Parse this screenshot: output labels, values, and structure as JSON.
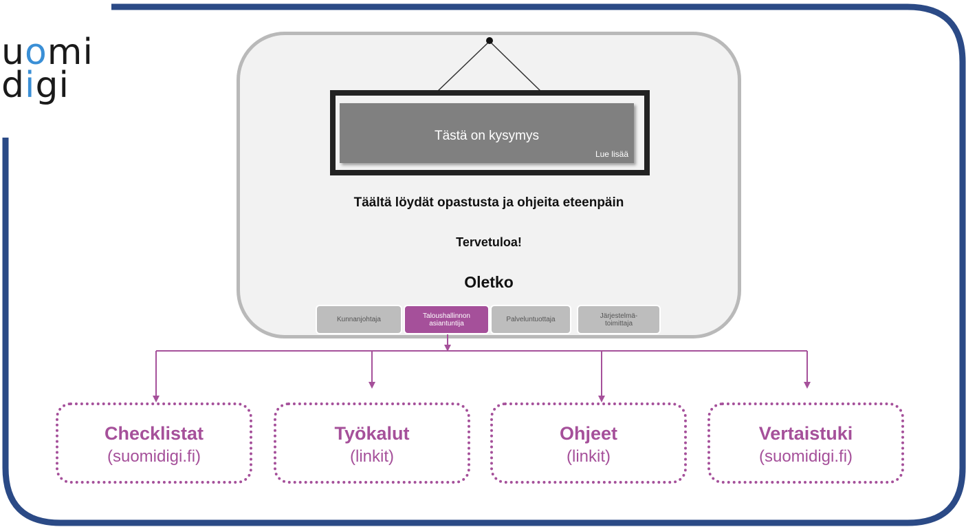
{
  "logo": {
    "line1_pre": "u",
    "line1_accent": "o",
    "line1_post": "mi",
    "line2_pre": "d",
    "line2_accent": "i",
    "line2_post": "gi"
  },
  "sign": {
    "title": "Tästä on kysymys",
    "read_more": "Lue lisää"
  },
  "subtitle": "Täältä löydät opastusta ja ohjeita eteenpäin",
  "welcome": "Tervetuloa!",
  "question": "Oletko",
  "roles": [
    {
      "label": "Kunnanjohtaja",
      "active": false
    },
    {
      "label": "Taloushallinnon\nasiantuntija",
      "active": true
    },
    {
      "label": "Palveluntuottaja",
      "active": false
    },
    {
      "label": "Järjestelmä-\ntoimittaja",
      "active": false
    }
  ],
  "boxes": [
    {
      "title": "Checklistat",
      "subtitle": "(suomidigi.fi)"
    },
    {
      "title": "Työkalut",
      "subtitle": "(linkit)"
    },
    {
      "title": "Ohjeet",
      "subtitle": "(linkit)"
    },
    {
      "title": "Vertaistuki",
      "subtitle": "(suomidigi.fi)"
    }
  ],
  "colors": {
    "frame": "#2b4a86",
    "accent": "#a5509a",
    "panel_border": "#b9b9b9",
    "role_inactive": "#bdbdbd",
    "sign_fill": "#808080",
    "logo_accent": "#3a8fd6"
  }
}
